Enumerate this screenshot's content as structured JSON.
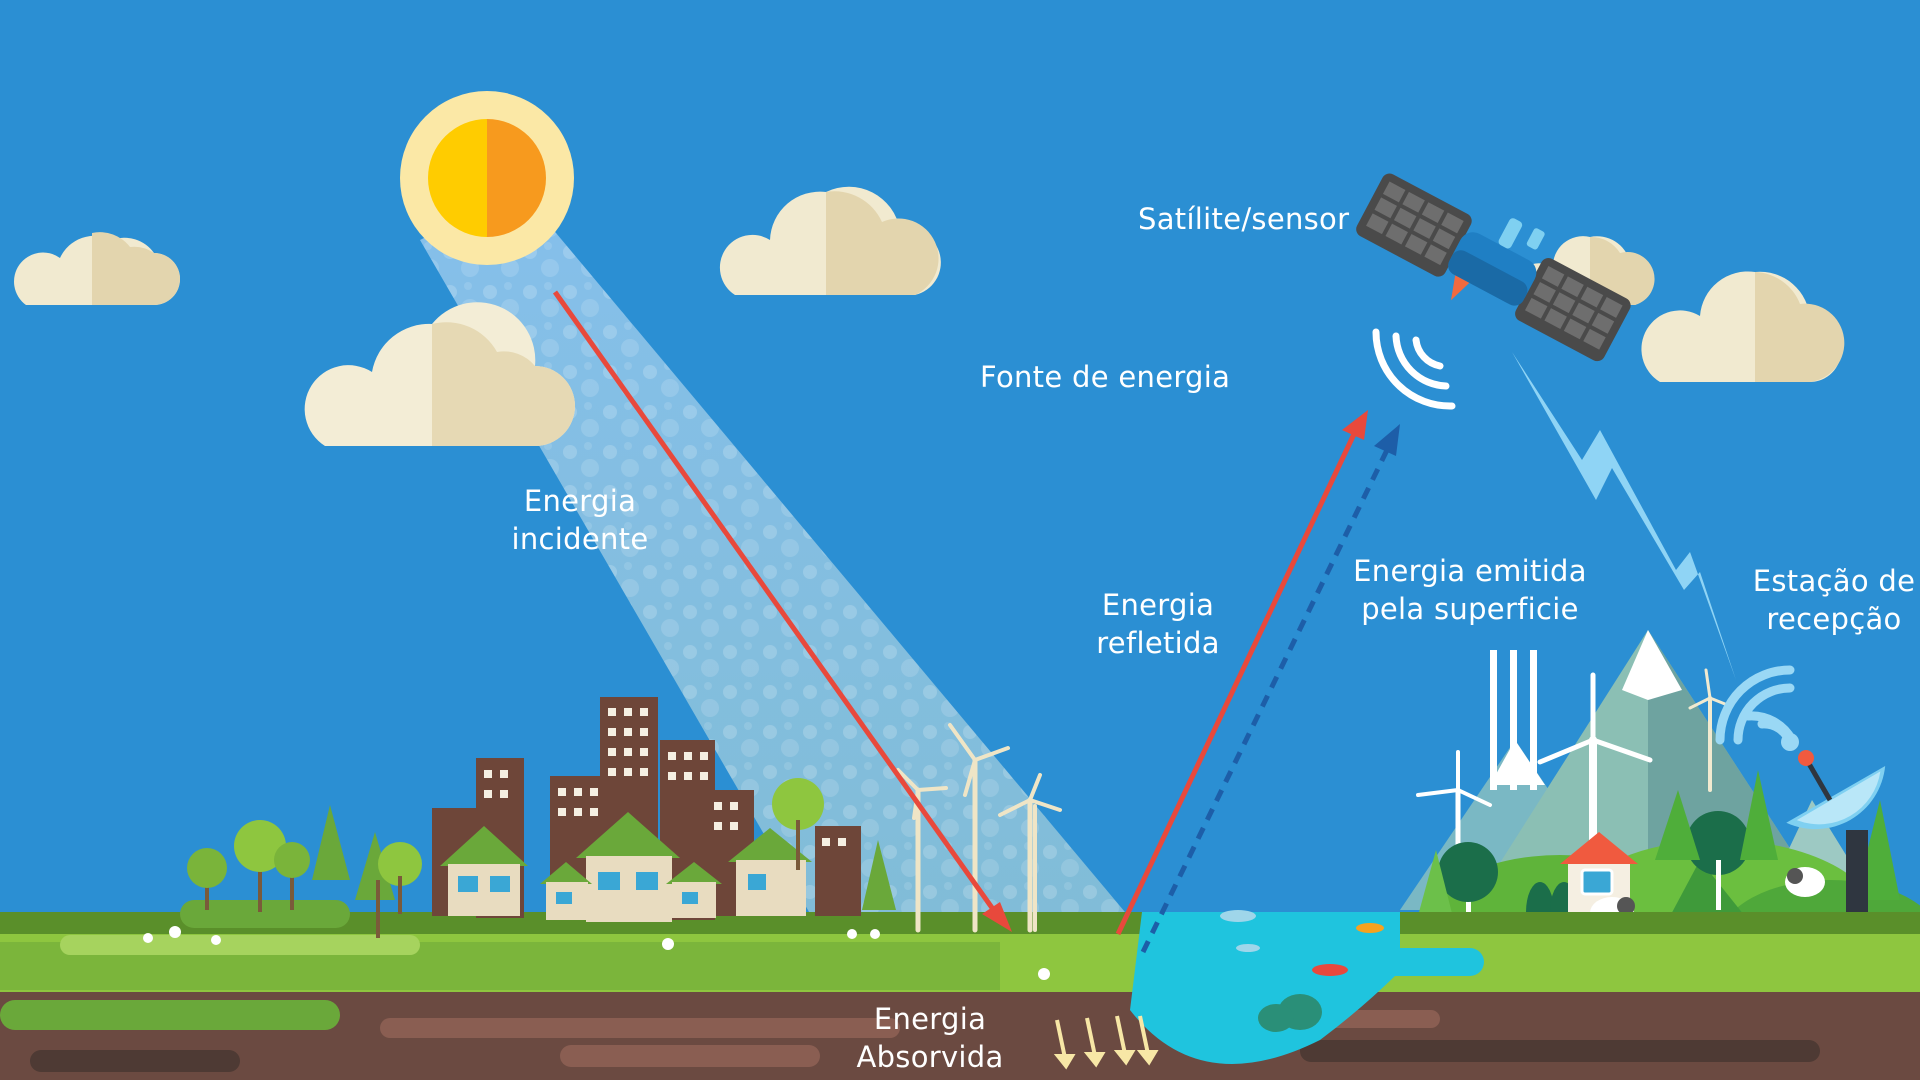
{
  "diagram": {
    "labels": {
      "satellite_sensor": "Satílite/sensor",
      "energy_source": "Fonte de energia",
      "incident_energy": [
        "Energia",
        "incidente"
      ],
      "reflected_energy": [
        "Energia",
        "refletida"
      ],
      "emitted_energy": [
        "Energia emitida",
        "pela superficie"
      ],
      "receiving_station": [
        "Estação de",
        "recepção"
      ],
      "absorbed_energy": [
        "Energia",
        "Absorvida"
      ]
    }
  },
  "colors": {
    "sky": "#2b8fd3",
    "sun_core_left": "#ffcc00",
    "sun_core_right": "#f79a1e",
    "sun_glow": "#fbe8a6",
    "cloud_light": "#f1ead0",
    "cloud_shade": "#e3d5ae",
    "incident_arrow": "#e8493c",
    "reflected_arrow": "#e8493c",
    "emitted_arrow": "#1d5ea8",
    "lightning": "#8fd4f5",
    "water": "#1fc4de",
    "grass": "#8ec63f",
    "soil": "#6b4a41"
  }
}
